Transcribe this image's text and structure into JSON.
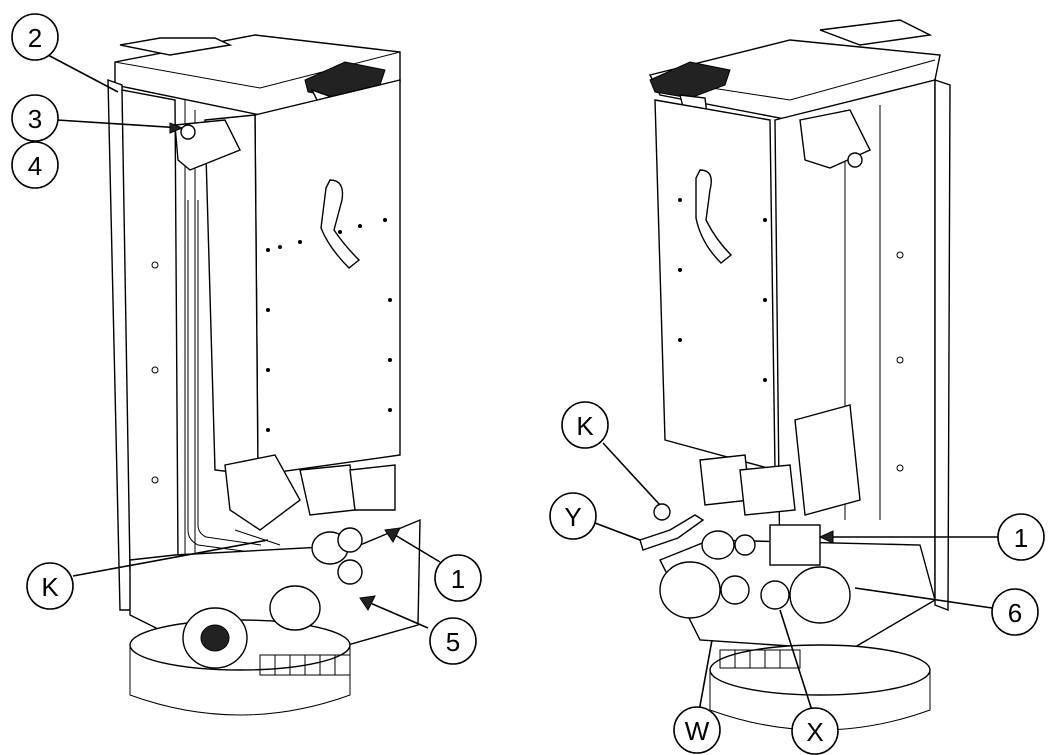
{
  "colors": {
    "line": "#000000",
    "background": "#ffffff"
  },
  "views": {
    "left": {
      "callouts": [
        {
          "id": "2",
          "label": "2"
        },
        {
          "id": "3",
          "label": "3"
        },
        {
          "id": "4",
          "label": "4"
        },
        {
          "id": "K",
          "label": "K"
        },
        {
          "id": "1",
          "label": "1"
        },
        {
          "id": "5",
          "label": "5"
        }
      ]
    },
    "right": {
      "callouts": [
        {
          "id": "K",
          "label": "K"
        },
        {
          "id": "Y",
          "label": "Y"
        },
        {
          "id": "1",
          "label": "1"
        },
        {
          "id": "6",
          "label": "6"
        },
        {
          "id": "W",
          "label": "W"
        },
        {
          "id": "X",
          "label": "X"
        }
      ]
    }
  }
}
